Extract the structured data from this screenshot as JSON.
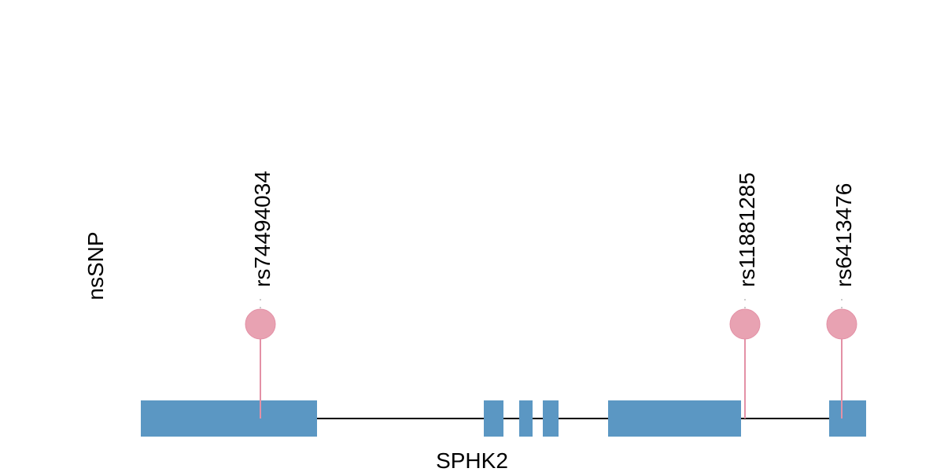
{
  "track_label": "nsSNP",
  "gene_label": "SPHK2",
  "snps": [
    {
      "id": "rs74494034"
    },
    {
      "id": "rs11881285"
    },
    {
      "id": "rs6413476"
    }
  ],
  "colors": {
    "exon": "#5B97C3",
    "lollipop": "#E8A2B2",
    "lollipop_stroke": "#E391A6",
    "intron": "#000000",
    "guide": "#BBBBBB"
  }
}
